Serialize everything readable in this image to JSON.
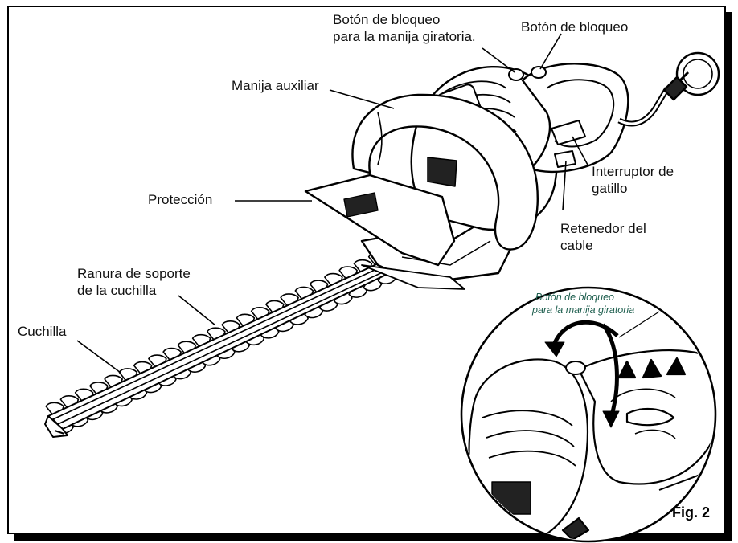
{
  "labels": {
    "lock_button_rotating": "Botón de bloqueo\npara la manija giratoria.",
    "lock_button": "Botón de bloqueo",
    "aux_handle": "Manija auxiliar",
    "trigger_switch": "Interruptor de\ngatillo",
    "guard": "Protección",
    "cord_retainer": "Retenedor del\ncable",
    "blade_support_slot": "Ranura de soporte\nde la cuchilla",
    "blade": "Cuchilla"
  },
  "inset": {
    "label_line1": "Botón de bloqueo",
    "label_line2": "para la manija giratoria"
  },
  "figure": {
    "caption": "Fig. 2"
  },
  "colors": {
    "line": "#000000",
    "fill": "#ffffff",
    "inset_text": "#1f5f4f"
  }
}
